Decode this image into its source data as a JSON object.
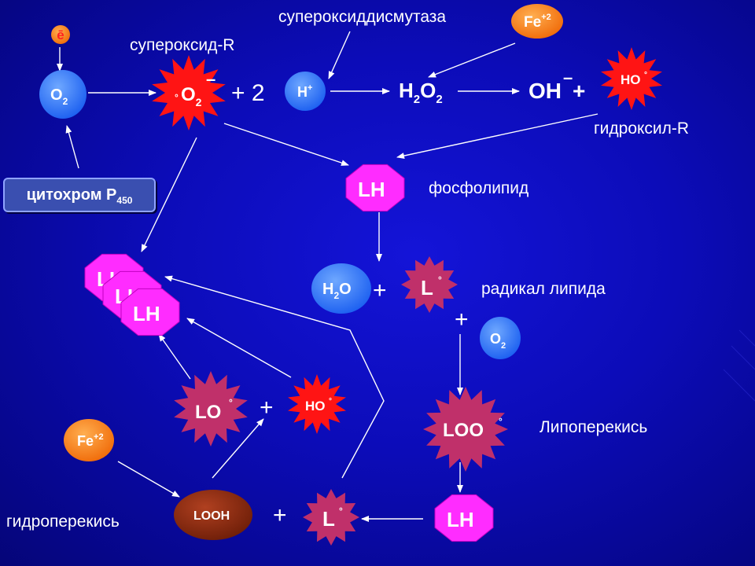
{
  "labels": {
    "superoxide_dismutase": "супероксиддисмутаза",
    "superoxide_r": "супероксид-R",
    "hydroxyl_r": "гидроксил-R",
    "phospholipid": "фосфолипид",
    "lipid_radical": "радикал липида",
    "lipoperoxide": "Липоперекись",
    "hydroperoxide": "гидроперекись",
    "cytochrome": "цитохром Р",
    "cytochrome_sub": "450"
  },
  "nodes": {
    "electron": "ē",
    "o2": "O",
    "o2_sub": "2",
    "fe_top": "Fe",
    "fe_top_sup": "+2",
    "fe_left": "Fe",
    "fe_left_sup": "+2",
    "superoxide": "O",
    "superoxide_sub": "2",
    "plus_two": "+ 2",
    "h_plus": "H",
    "h_plus_sup": "+",
    "h2o2_h": "H",
    "h2o2_sub1": "2",
    "h2o2_o": "O",
    "h2o2_sub2": "2",
    "oh_minus": "OH",
    "oh_plus": "+",
    "ho_top": "HO",
    "lh_main": "LH",
    "h2o_h": "H",
    "h2o_sub": "2",
    "h2o_o": "O",
    "l_radical_mid": "L",
    "o2_mid": "O",
    "o2_mid_sub": "2",
    "loo": "LOO",
    "lh_bottom": "LH",
    "l_radical_bottom": "L",
    "looh": "LOOH",
    "lo": "LO",
    "ho_mid": "HO",
    "lh_stack": [
      "LH",
      "LH",
      "LH"
    ],
    "plus": "+",
    "radical_dot": "°",
    "minus": "–"
  },
  "colors": {
    "background": "#0c0cb8",
    "oxygen_node": "#1e6cff",
    "iron_node": "#ff7a10",
    "radical_star": "#ff1414",
    "lipid_node": "#ff2cff",
    "peroxide_star": "#c0306a",
    "looh_node": "#8b2a10",
    "arrow": "#ffffff"
  }
}
